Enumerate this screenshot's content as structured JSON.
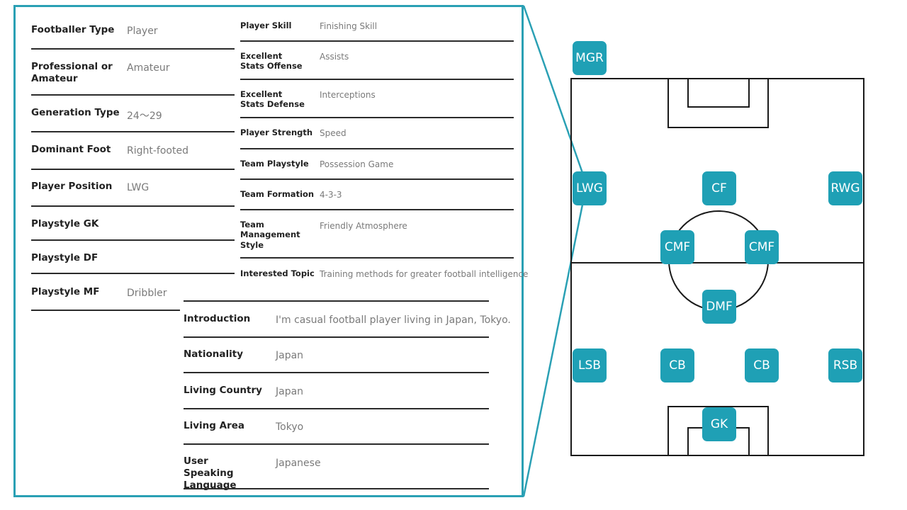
{
  "profile_left": [
    {
      "label": "Footballer Type",
      "value": "Player"
    },
    {
      "label": "Professional or Amateur",
      "value": "Amateur"
    },
    {
      "label": "Generation Type",
      "value": "24〜29"
    },
    {
      "label": "Dominant Foot",
      "value": "Right-footed"
    },
    {
      "label": "Player Position",
      "value": "LWG"
    },
    {
      "label": "Playstyle GK",
      "value": ""
    },
    {
      "label": "Playstyle DF",
      "value": ""
    },
    {
      "label": "Playstyle MF",
      "value": "Dribbler"
    }
  ],
  "profile_middle": [
    {
      "label": "Player Skill",
      "value": "Finishing Skill"
    },
    {
      "label": "Excellent Stats Offense",
      "value": "Assists"
    },
    {
      "label": "Excellent Stats Defense",
      "value": "Interceptions"
    },
    {
      "label": "Player Strength",
      "value": "Speed"
    },
    {
      "label": "Team Playstyle",
      "value": "Possession Game"
    },
    {
      "label": "Team Formation",
      "value": "4-3-3"
    },
    {
      "label": "Team Management Style",
      "value": "Friendly Atmosphere"
    },
    {
      "label": "Interested Topic",
      "value": "Training methods for greater football intelligence"
    }
  ],
  "profile_bottom": [
    {
      "label": "Introduction",
      "value": "I'm casual football player living in Japan, Tokyo."
    },
    {
      "label": "Nationality",
      "value": "Japan"
    },
    {
      "label": "Living Country",
      "value": "Japan"
    },
    {
      "label": "Living Area",
      "value": "Tokyo"
    },
    {
      "label": "User Speaking Language",
      "value": "Japanese"
    }
  ],
  "formation": {
    "manager": "MGR",
    "positions": [
      "LWG",
      "CF",
      "RWG",
      "CMF",
      "CMF",
      "DMF",
      "LSB",
      "CB",
      "CB",
      "RSB",
      "GK"
    ]
  },
  "colors": {
    "accent": "#1fa0b5",
    "border": "#2aa0b4"
  }
}
